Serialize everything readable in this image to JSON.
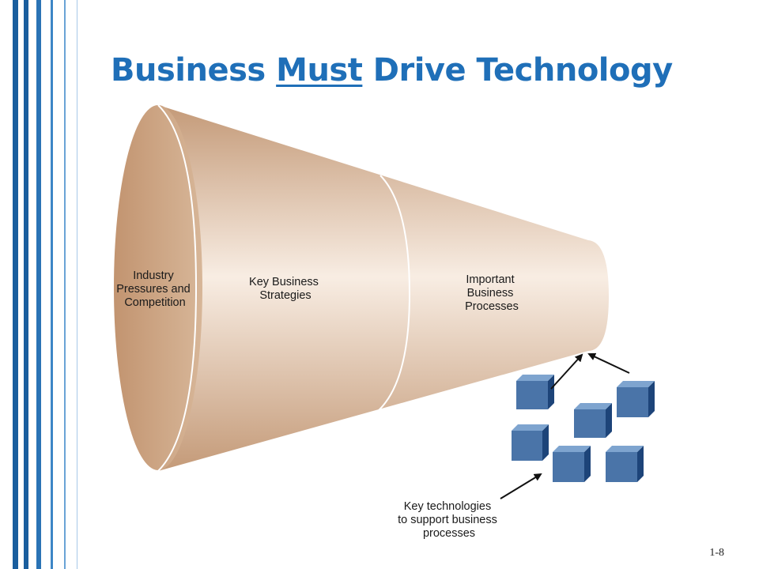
{
  "slide": {
    "title_part1": "Business ",
    "title_emphasis": "Must",
    "title_part2": " Drive Technology",
    "page_number": "1-8"
  },
  "funnel": {
    "stages": [
      {
        "lines": [
          "Industry",
          "Pressures and",
          "Competition"
        ]
      },
      {
        "lines": [
          "Key Business",
          "Strategies"
        ]
      },
      {
        "lines": [
          "Important",
          "Business",
          "Processes"
        ]
      }
    ],
    "fill_light": "#f8ede3",
    "fill_dark": "#c49a78"
  },
  "technologies": {
    "lines": [
      "Key technologies",
      "to support business",
      "processes"
    ],
    "block_color": "#4a74a8"
  },
  "theme": {
    "accent": "#1f6fb8",
    "stripe_dark": "#1a5e9e"
  }
}
